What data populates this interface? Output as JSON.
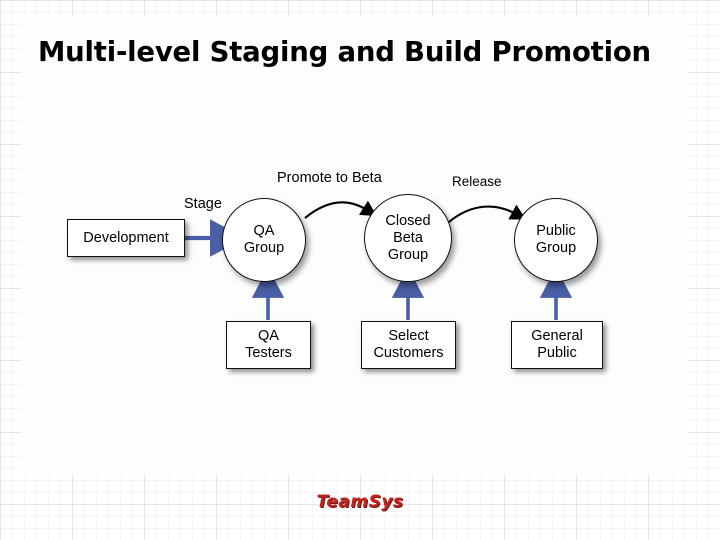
{
  "slide": {
    "title": "Multi-level Staging and Build Promotion",
    "logo": "TeamSys",
    "background_color": "#ffffff",
    "page_color": "#fdfdfd"
  },
  "diagram": {
    "type": "flow-diagram",
    "accent_arrow_color": "#4a5fa5",
    "edge_arrow_color": "#000000",
    "nodes": [
      {
        "id": "development",
        "shape": "box",
        "label": "Development"
      },
      {
        "id": "qa-group",
        "shape": "circle",
        "label": "QA\nGroup"
      },
      {
        "id": "closed-beta",
        "shape": "circle",
        "label": "Closed\nBeta\nGroup"
      },
      {
        "id": "public-group",
        "shape": "circle",
        "label": "Public\nGroup"
      },
      {
        "id": "qa-testers",
        "shape": "box",
        "label": "QA\nTesters"
      },
      {
        "id": "select-customers",
        "shape": "box",
        "label": "Select\nCustomers"
      },
      {
        "id": "general-public",
        "shape": "box",
        "label": "General\nPublic"
      }
    ],
    "edges": [
      {
        "id": "stage",
        "from": "development",
        "to": "qa-group",
        "label": "Stage",
        "style": "blue-arrow"
      },
      {
        "id": "promote-to-beta",
        "from": "qa-group",
        "to": "closed-beta",
        "label": "Promote to Beta",
        "style": "black-curve"
      },
      {
        "id": "release",
        "from": "closed-beta",
        "to": "public-group",
        "label": "Release",
        "style": "black-curve"
      },
      {
        "id": "qa-feeds",
        "from": "qa-testers",
        "to": "qa-group",
        "label": "",
        "style": "blue-arrow"
      },
      {
        "id": "customers-feeds",
        "from": "select-customers",
        "to": "closed-beta",
        "label": "",
        "style": "blue-arrow"
      },
      {
        "id": "public-feeds",
        "from": "general-public",
        "to": "public-group",
        "label": "",
        "style": "blue-arrow"
      }
    ]
  }
}
